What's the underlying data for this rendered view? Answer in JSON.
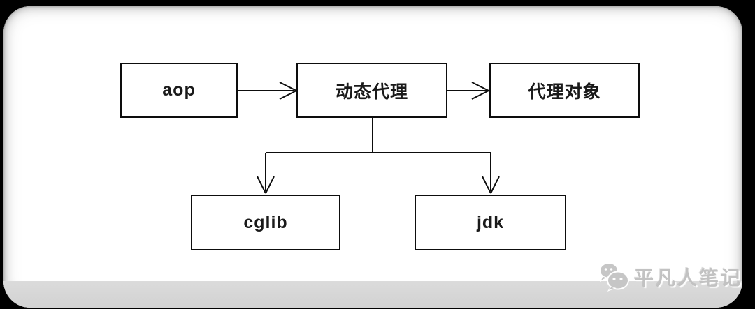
{
  "frame": {
    "background_color": "#000000"
  },
  "card": {
    "background_color": "#ffffff",
    "rim_color": "#adadad",
    "band_color": "#d9d9d9"
  },
  "diagram": {
    "type": "flowchart",
    "line_color": "#0d0d0d",
    "node_border_color": "#0d0d0d",
    "node_fill_color": "#ffffff",
    "nodes": [
      {
        "id": "aop",
        "label": "aop"
      },
      {
        "id": "dynamic-proxy",
        "label": "动态代理"
      },
      {
        "id": "proxy-object",
        "label": "代理对象"
      },
      {
        "id": "cglib",
        "label": "cglib"
      },
      {
        "id": "jdk",
        "label": "jdk"
      }
    ],
    "edges": [
      {
        "from": "aop",
        "to": "dynamic-proxy",
        "style": "open-arrow"
      },
      {
        "from": "dynamic-proxy",
        "to": "proxy-object",
        "style": "open-arrow"
      },
      {
        "from": "dynamic-proxy",
        "to": "cglib",
        "style": "open-arrow"
      },
      {
        "from": "dynamic-proxy",
        "to": "jdk",
        "style": "open-arrow"
      }
    ]
  },
  "watermark": {
    "text": "平凡人笔记",
    "icon": "wechat-icon",
    "color": "#c2c2c2"
  }
}
